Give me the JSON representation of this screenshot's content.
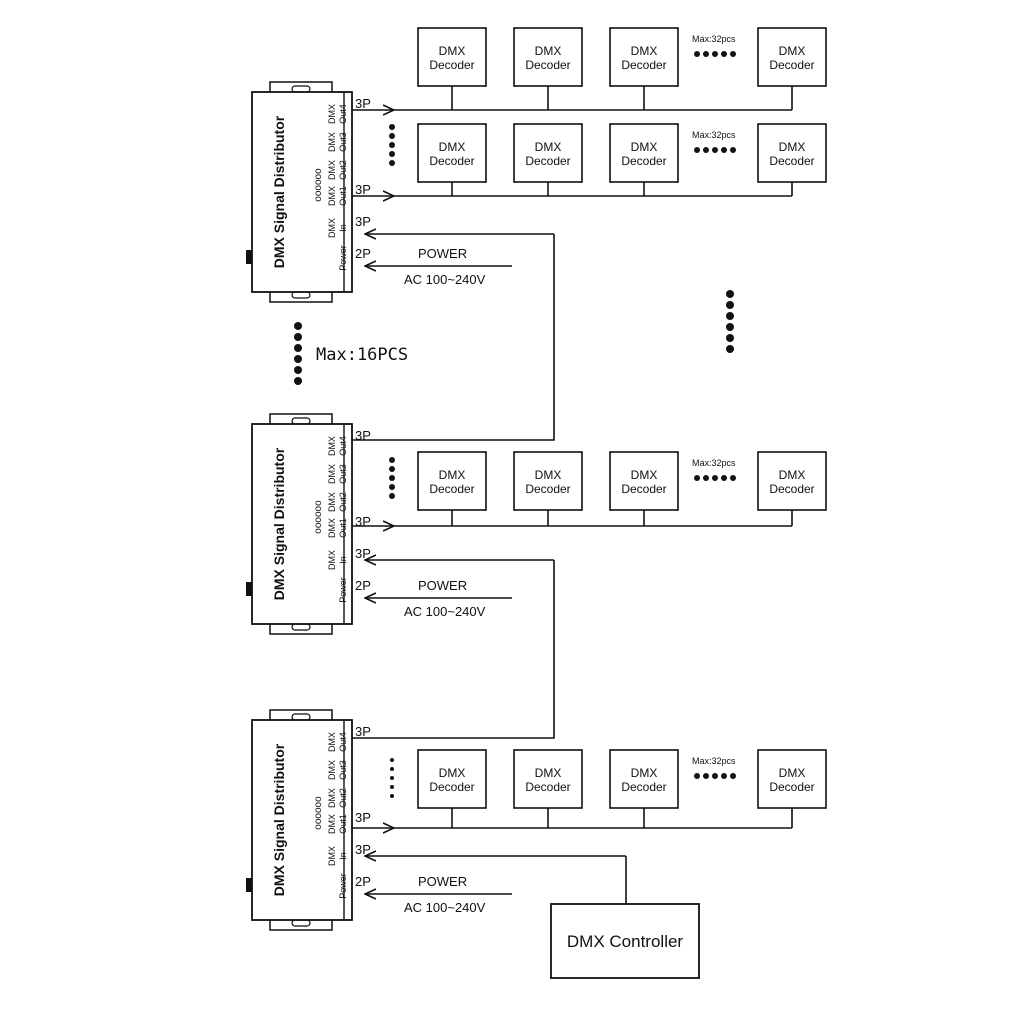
{
  "distributor": {
    "title": "DMX Signal Distributor",
    "leds": "oooooo",
    "ports": {
      "out4": [
        "DMX",
        "Out4"
      ],
      "out3": [
        "DMX",
        "Out3"
      ],
      "out2": [
        "DMX",
        "Out2"
      ],
      "out1": [
        "DMX",
        "Out1"
      ],
      "in": [
        "DMX",
        "In"
      ],
      "power": [
        "Power"
      ]
    },
    "pin3": "3P",
    "pin2": "2P",
    "power_label": "POWER",
    "voltage_label": "AC 100~240V"
  },
  "decoder": {
    "line1": "DMX",
    "line2": "Decoder"
  },
  "decoder_max": "Max:32pcs",
  "distributor_max": "Max:16PCS",
  "controller": "DMX Controller"
}
